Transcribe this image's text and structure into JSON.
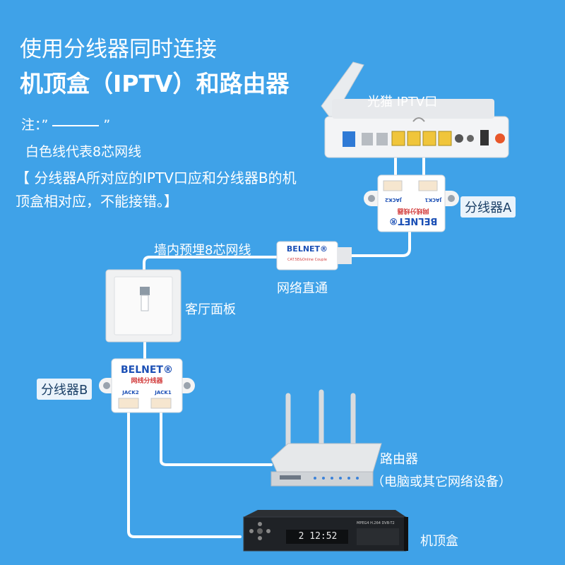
{
  "title": {
    "line1": "使用分线器同时连接",
    "line2": "机顶盒（IPTV）和路由器"
  },
  "notes": {
    "note_prefix": "注：",
    "note_open_quote": "”",
    "note_close_quote": "”",
    "white_line": "白色线代表8芯网线",
    "warning": "【 分线器A所对应的IPTV口应和分线器B的机顶盒相对应，不能接错。】"
  },
  "labels": {
    "modem": "光猫 IPTV口",
    "splitter_a": "分线器A",
    "splitter_b": "分线器B",
    "wall_cable": "墙内预埋8芯网线",
    "coupler": "网络直通",
    "wall_panel": "客厅面板",
    "router": "路由器",
    "router_sub": "（电脑或其它网络设备）",
    "stb": "机顶盒"
  },
  "device_text": {
    "belnet": "BELNET®",
    "splitter_cn": "网线分线器",
    "jack1": "JACK1",
    "jack2": "JACK2",
    "coupler_sub": "CAT.5E&Online Couple",
    "stb_display": "2 12:52",
    "stb_brand": "MPEG4 H.264 DVB-T2"
  },
  "colors": {
    "background": "#3fa2e8",
    "cable": "#ffffff",
    "brand_blue": "#1b4fb5",
    "label_box": "#eaf3fb"
  }
}
